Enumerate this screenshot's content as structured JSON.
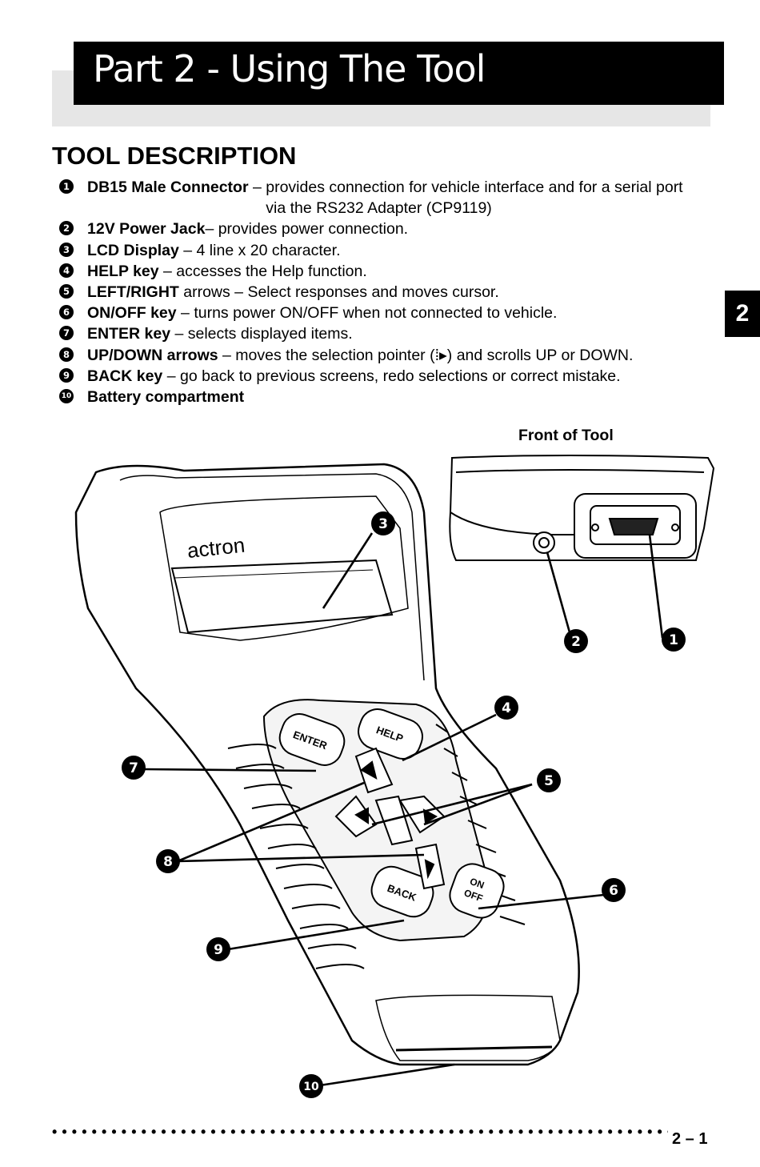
{
  "header": {
    "title": "Part 2  - Using The Tool"
  },
  "section_title": "TOOL DESCRIPTION",
  "items": [
    {
      "num": "1",
      "term": "DB15 Male Connector",
      "sep": " – ",
      "desc": "provides connection for vehicle interface and for a serial port via the RS232 Adapter (CP9119)"
    },
    {
      "num": "2",
      "term": "12V Power Jack",
      "sep": "– ",
      "desc": "provides power connection."
    },
    {
      "num": "3",
      "term": "LCD Display",
      "sep": " – ",
      "desc": "4 line x 20 character."
    },
    {
      "num": "4",
      "term": "HELP key",
      "sep": " – ",
      "desc": "accesses the Help function."
    },
    {
      "num": "5",
      "term": "LEFT/RIGHT",
      "sep": " ",
      "desc": "arrows – Select responses and moves cursor."
    },
    {
      "num": "6",
      "term": "ON/OFF key",
      "sep": " – ",
      "desc": "turns power ON/OFF when not connected to vehicle."
    },
    {
      "num": "7",
      "term": "ENTER key",
      "sep": " – ",
      "desc": "selects displayed items."
    },
    {
      "num": "8",
      "term": "UP/DOWN arrows",
      "sep": " – ",
      "desc": "moves the selection pointer (⁞▸) and scrolls UP or DOWN."
    },
    {
      "num": "9",
      "term": "BACK key",
      "sep": " – ",
      "desc": "go back to previous screens, redo selections or correct mistake."
    },
    {
      "num": "10",
      "term": "Battery compartment",
      "sep": "",
      "desc": ""
    }
  ],
  "side_tab": "2",
  "figure": {
    "front_label": "Front of Tool",
    "brand": "actron",
    "keys": {
      "enter": "ENTER",
      "help": "HELP",
      "back": "BACK",
      "on": "ON",
      "off": "OFF"
    },
    "callouts": [
      "1",
      "2",
      "3",
      "4",
      "5",
      "6",
      "7",
      "8",
      "9",
      "10"
    ]
  },
  "footer": {
    "page": "2 – 1",
    "dots": "•••••••••••••••••••••••••••••••••••••••••••••••••••••••••••••••••••••••••••••"
  }
}
